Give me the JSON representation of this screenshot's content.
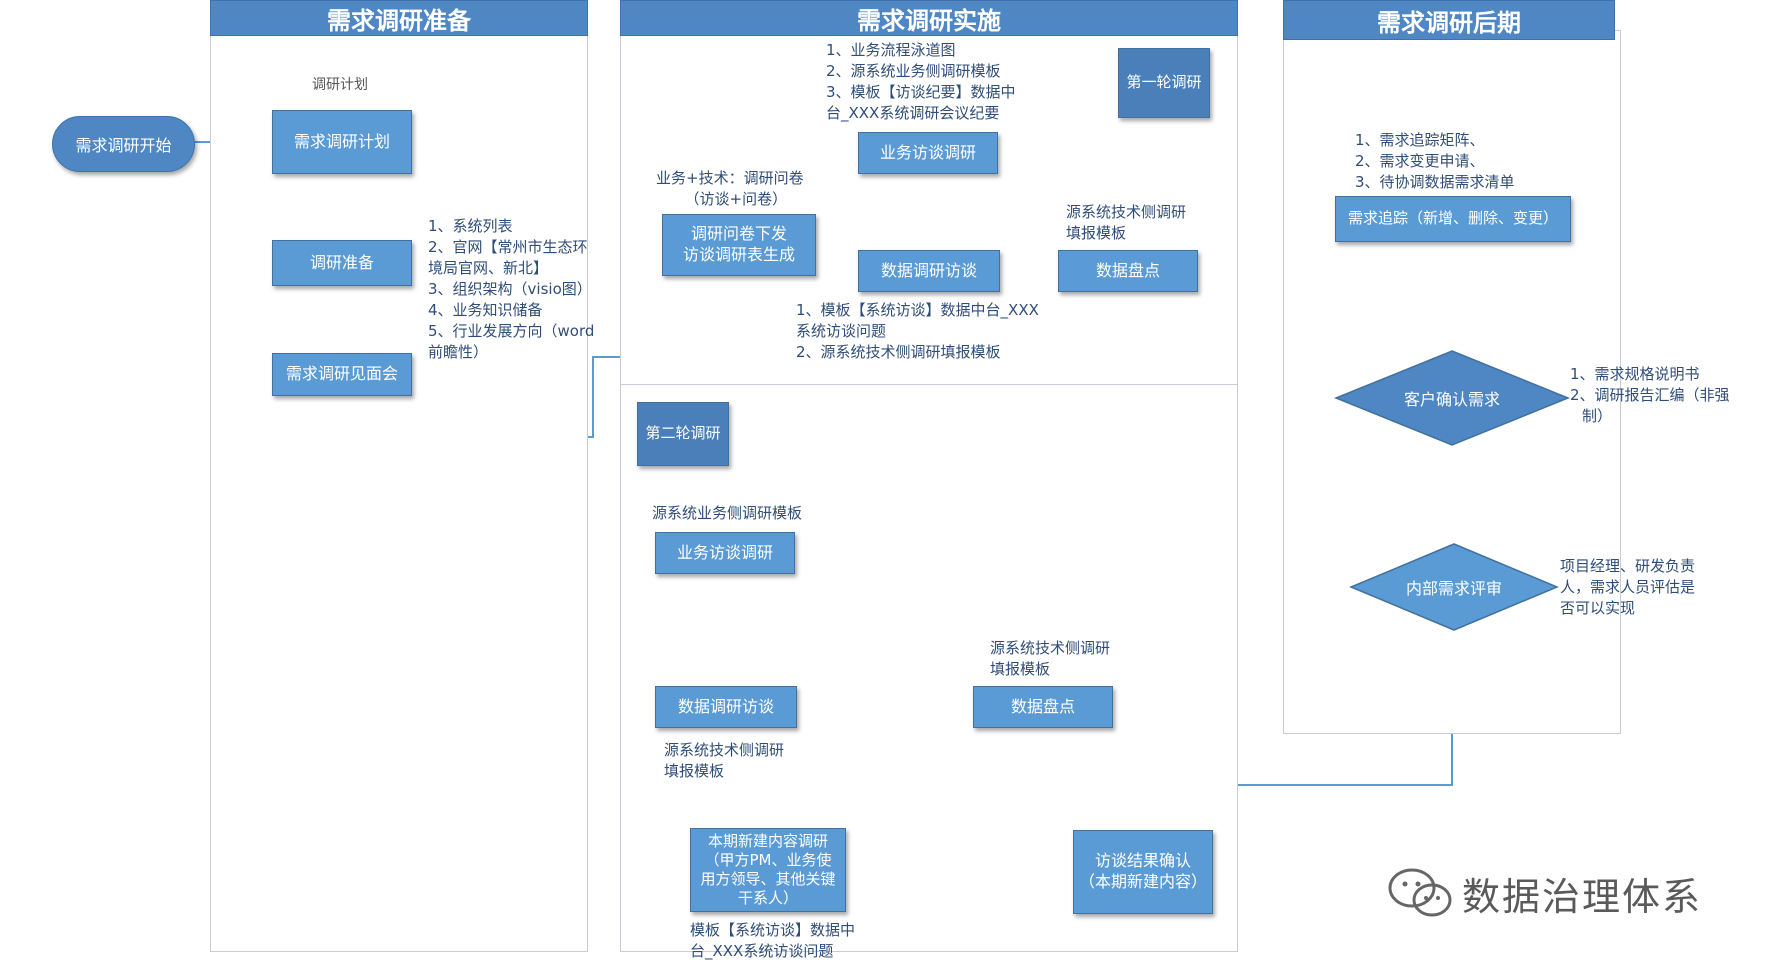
{
  "lanes": {
    "prep_title": "需求调研准备",
    "impl_title": "需求调研实施",
    "post_title": "需求调研后期"
  },
  "prep": {
    "start": "需求调研开始",
    "plan_caption": "调研计划",
    "plan_box": "需求调研计划",
    "prepare_box": "调研准备",
    "meeting_box": "需求调研见面会",
    "prep_notes": [
      "1、系统列表",
      "2、官网【常州市生态环",
      "境局官网、新北】",
      "3、组织架构（visio图）",
      "4、业务知识储备",
      "5、行业发展方向（word",
      "前瞻性）"
    ]
  },
  "round1": {
    "label": "第一轮调研",
    "top_notes": [
      "1、业务流程泳道图",
      "2、源系统业务侧调研模板",
      "3、模板【访谈纪要】数据中",
      "台_XXX系统调研会议纪要"
    ],
    "business_interview": "业务访谈调研",
    "questionnaire_caption": [
      "业务+技术：调研问卷",
      "（访谈+问卷）"
    ],
    "questionnaire_box": [
      "调研问卷下发",
      "访谈调研表生成"
    ],
    "data_interview": "数据调研访谈",
    "inventory_caption": [
      "源系统技术侧调研",
      "填报模板"
    ],
    "inventory_box": "数据盘点",
    "bottom_notes": [
      "1、模板【系统访谈】数据中台_XXX",
      "系统访谈问题",
      "2、源系统技术侧调研填报模板"
    ]
  },
  "round2": {
    "label": "第二轮调研",
    "business_caption": "源系统业务侧调研模板",
    "business_interview": "业务访谈调研",
    "data_interview": "数据调研访谈",
    "inventory_caption": [
      "源系统技术侧调研",
      "填报模板"
    ],
    "inventory_box": "数据盘点",
    "data_caption": [
      "源系统技术侧调研",
      "填报模板"
    ],
    "new_content_box": [
      "本期新建内容调研",
      "（甲方PM、业务使",
      "用方领导、其他关键",
      "干系人）"
    ],
    "new_content_caption": [
      "模板【系统访谈】数据中",
      "台_XXX系统访谈问题"
    ],
    "confirm_box": [
      "访谈结果确认",
      "（本期新建内容）"
    ]
  },
  "post": {
    "tracking_notes": [
      "1、需求追踪矩阵、",
      "2、需求变更申请、",
      "3、待协调数据需求清单"
    ],
    "tracking_box": "需求追踪（新增、删除、变更）",
    "customer_confirm": "客户确认需求",
    "customer_notes": [
      "1、需求规格说明书",
      "2、调研报告汇编（非强",
      "制）"
    ],
    "internal_review": "内部需求评审",
    "internal_notes": [
      "项目经理、研发负责",
      "人，需求人员评估是",
      "否可以实现"
    ]
  },
  "watermark": "数据治理体系",
  "colors": {
    "box": "#5b9bd5",
    "lane_head": "#4f87c5",
    "arrow": "#5b9bd5",
    "dashed_arrow": "#ed7d31"
  }
}
